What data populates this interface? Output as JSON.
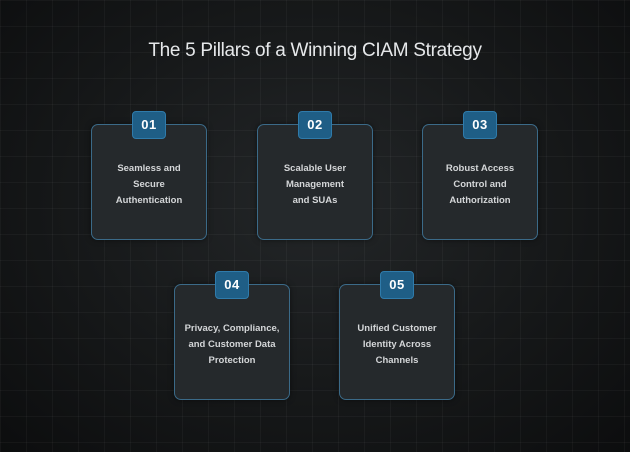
{
  "title": "The 5 Pillars of a Winning CIAM Strategy",
  "pillars": [
    {
      "number": "01",
      "lines": [
        "Seamless and",
        "Secure",
        "Authentication"
      ]
    },
    {
      "number": "02",
      "lines": [
        "Scalable User",
        "Management",
        "and SUAs"
      ]
    },
    {
      "number": "03",
      "lines": [
        "Robust Access",
        "Control and",
        "Authorization"
      ]
    },
    {
      "number": "04",
      "lines": [
        "Privacy, Compliance,",
        "and Customer Data",
        "Protection"
      ]
    },
    {
      "number": "05",
      "lines": [
        "Unified Customer",
        "Identity Across",
        "Channels"
      ]
    }
  ],
  "colors": {
    "accent": "#1f5e86",
    "card_border": "#3b6a88",
    "card_bg": "#25292c"
  }
}
